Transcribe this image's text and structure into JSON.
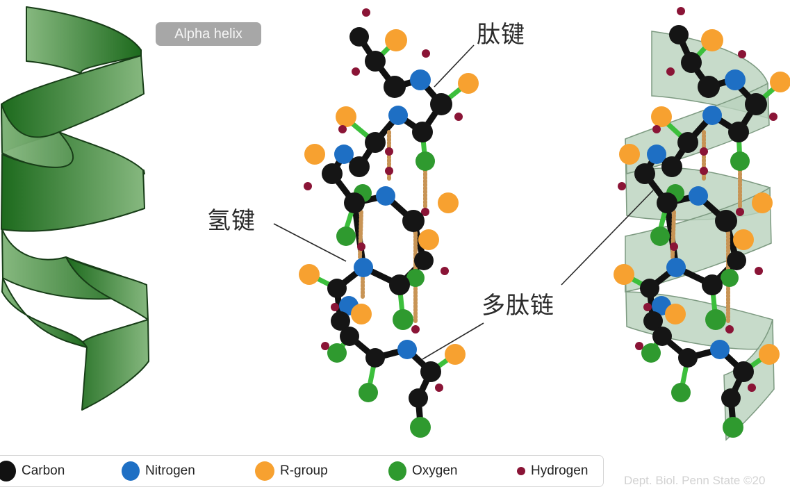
{
  "title_tag": "Alpha helix",
  "labels": {
    "peptide_bond": "肽键",
    "hydrogen_bond": "氢键",
    "polypeptide_chain": "多肽链"
  },
  "legend": [
    {
      "label": "Carbon",
      "color": "#111111"
    },
    {
      "label": "Nitrogen",
      "color": "#1e6fc4"
    },
    {
      "label": "R-group",
      "color": "#f7a130"
    },
    {
      "label": "Oxygen",
      "color": "#2f9a2f"
    },
    {
      "label": "Hydrogen",
      "color": "#8a1436"
    }
  ],
  "credit": "Dept. Biol. Penn State ©20",
  "colors": {
    "ribbon_dark": "#1f6e1f",
    "ribbon_light": "#6fa86a",
    "ribbon_translucent": "#b9d2bd",
    "hbond": "#c89455"
  }
}
